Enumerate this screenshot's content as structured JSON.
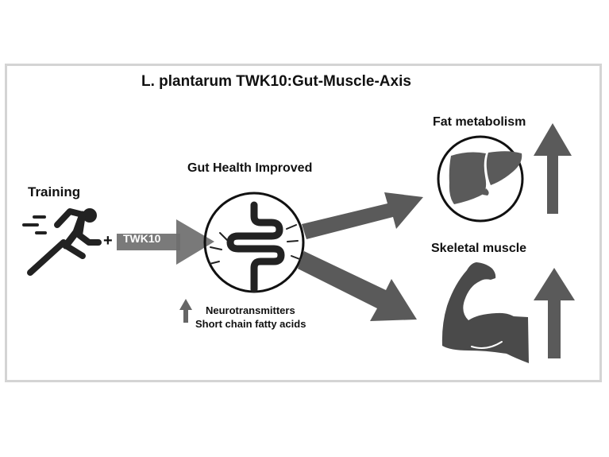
{
  "title": "L. plantarum TWK10:Gut-Muscle-Axis",
  "input": {
    "training_label": "Training",
    "training_icon": "running-person-icon",
    "plus_sign": "+",
    "supplement_label": "TWK10"
  },
  "gut": {
    "label": "Gut Health Improved",
    "icon": "intestine-icon",
    "increase_indicator": "up-arrow-icon",
    "effects": [
      "Neurotransmitters",
      "Short chain fatty acids"
    ]
  },
  "outcomes": [
    {
      "label": "Fat metabolism",
      "icon": "liver-icon",
      "trend": "increase"
    },
    {
      "label": "Skeletal muscle",
      "icon": "flexed-arm-icon",
      "trend": "increase"
    }
  ],
  "colors": {
    "arrow": "#5a5a5a",
    "twk_arrow": "#7a7a7a",
    "icon": "#4a4a4a",
    "outline": "#111111",
    "frame_border": "#d4d4d4"
  }
}
